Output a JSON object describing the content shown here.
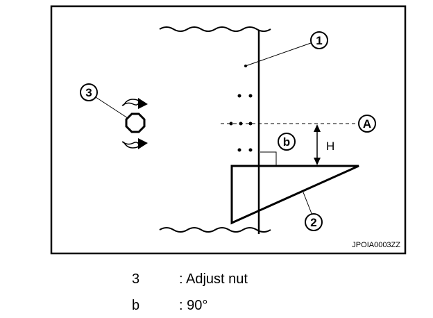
{
  "diagram": {
    "callouts": {
      "c1": "1",
      "c2": "2",
      "c3": "3",
      "a": "A",
      "b": "b"
    },
    "dimension_label": "H",
    "image_code": "JPOIA0003ZZ"
  },
  "legend": [
    {
      "key": "3",
      "desc": ": Adjust nut"
    },
    {
      "key": "b",
      "desc": ": 90°"
    }
  ]
}
